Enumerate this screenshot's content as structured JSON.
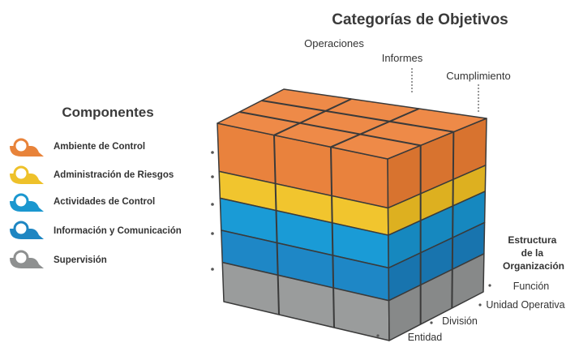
{
  "title": "Categorías de Objetivos",
  "categories": [
    "Operaciones",
    "Informes",
    "Cumplimiento"
  ],
  "components_heading": "Componentes",
  "components": [
    {
      "label": "Ambiente de Control",
      "color": "#E8833A"
    },
    {
      "label": "Administración de Riesgos",
      "color": "#EEC12A"
    },
    {
      "label": "Actividades de Control",
      "color": "#1B97CF"
    },
    {
      "label": "Información y Comunicación",
      "color": "#1E86C2"
    },
    {
      "label": "Supervisión",
      "color": "#9A9C9C"
    }
  ],
  "structure_heading_lines": [
    "Estructura",
    "de la",
    "Organización"
  ],
  "structure_levels": [
    "Función",
    "Unidad Operativa",
    "División",
    "Entidad"
  ],
  "layer_colors": {
    "top": "#EE8A48",
    "orange_front": "#E9823D",
    "orange_side": "#D8732F",
    "yellow_front": "#F1C52E",
    "yellow_side": "#DDB020",
    "blue1_front": "#1A9BD6",
    "blue1_side": "#1688BF",
    "blue2_front": "#1E87C6",
    "blue2_side": "#1874AE",
    "gray_front": "#9A9C9C",
    "gray_side": "#878989"
  }
}
